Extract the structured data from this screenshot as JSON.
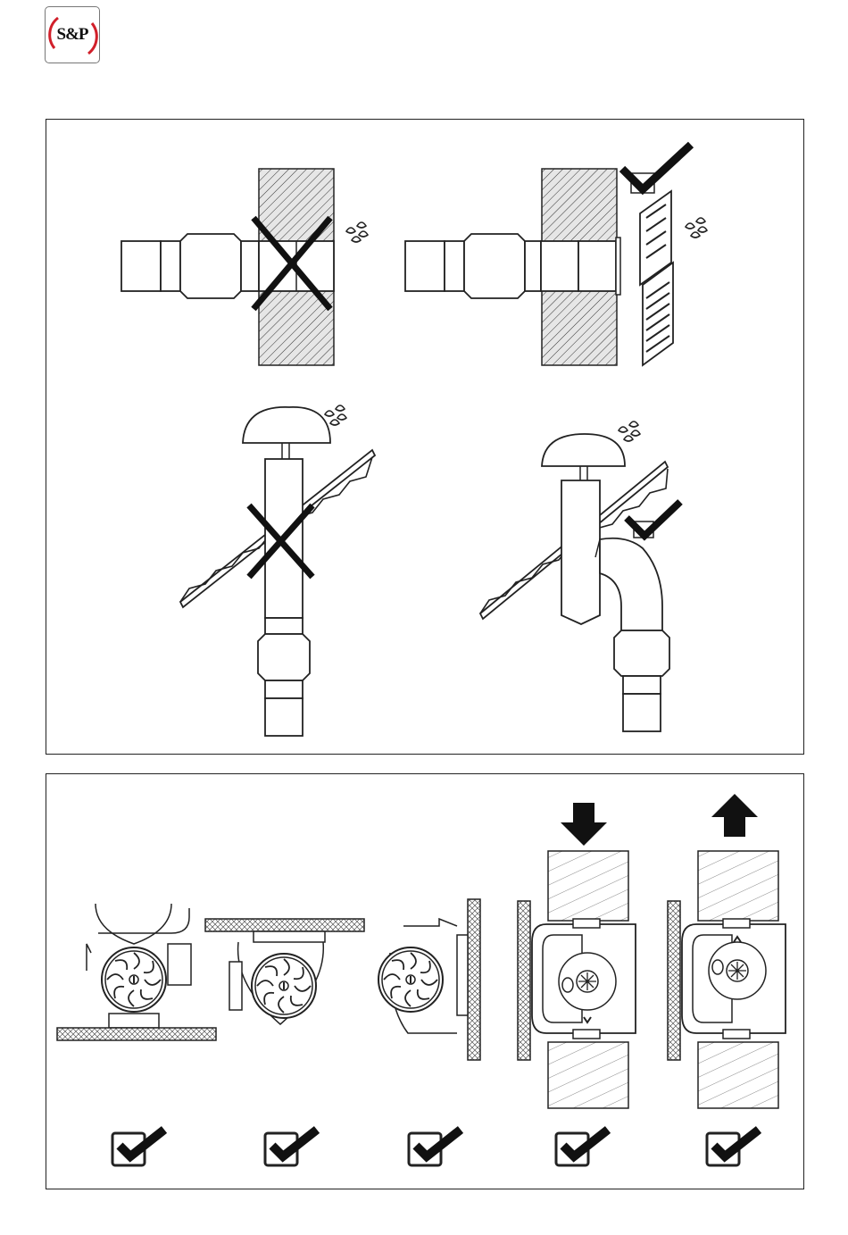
{
  "logo": {
    "text": "S&P",
    "accent_color": "#d11f2a",
    "icon": "sp-logo-icon"
  },
  "top_panel": {
    "diagrams": [
      {
        "id": "wall-direct",
        "verdict": "incorrect",
        "icon": "cross-icon"
      },
      {
        "id": "wall-with-grille",
        "verdict": "correct",
        "icon": "checkmark-icon"
      },
      {
        "id": "roof-straight",
        "verdict": "incorrect",
        "icon": "cross-icon"
      },
      {
        "id": "roof-bent",
        "verdict": "correct",
        "icon": "checkmark-icon"
      }
    ]
  },
  "bottom_panel": {
    "mountings": [
      {
        "id": "floor-mount",
        "verdict": "correct",
        "icon": "checkmark-icon"
      },
      {
        "id": "ceiling-mount",
        "verdict": "correct",
        "icon": "checkmark-icon"
      },
      {
        "id": "wall-mount",
        "verdict": "correct",
        "icon": "checkmark-icon"
      },
      {
        "id": "vertical-down",
        "verdict": "correct",
        "icon": "checkmark-icon",
        "flow_arrow": "down"
      },
      {
        "id": "vertical-up",
        "verdict": "correct",
        "icon": "checkmark-icon",
        "flow_arrow": "up"
      }
    ]
  },
  "colors": {
    "line": "#1a1a1a",
    "hatch_bg": "#e6e6e6",
    "panel_border": "#222222"
  }
}
